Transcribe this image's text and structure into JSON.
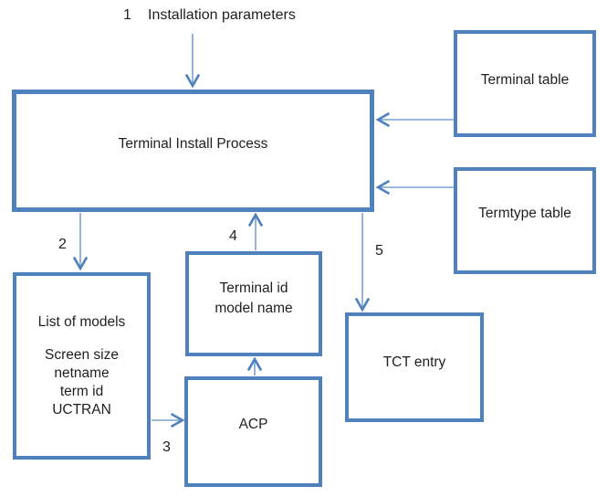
{
  "diagram": {
    "colors": {
      "box_border": "#4f81bd",
      "arrow_shaft": "#7ba0cd",
      "arrow_head": "#4f81bd",
      "text": "#1f1f1f",
      "bg": "#ffffff"
    },
    "steps": {
      "s1": "1",
      "s2": "2",
      "s3": "3",
      "s4": "4",
      "s5": "5"
    },
    "top_label": "Installation parameters",
    "boxes": {
      "terminal_install_process": {
        "label": "Terminal Install Process"
      },
      "terminal_table": {
        "label": "Terminal table"
      },
      "termtype_table": {
        "label": "Termtype table"
      },
      "list_of_models": {
        "title": "List of models",
        "line2": "Screen size",
        "line3": "netname",
        "line4": "term id",
        "line5": "UCTRAN"
      },
      "terminal_id_model": {
        "line1": "Terminal id",
        "line2": "model name"
      },
      "acp": {
        "label": "ACP"
      },
      "tct_entry": {
        "label": "TCT entry"
      }
    }
  }
}
